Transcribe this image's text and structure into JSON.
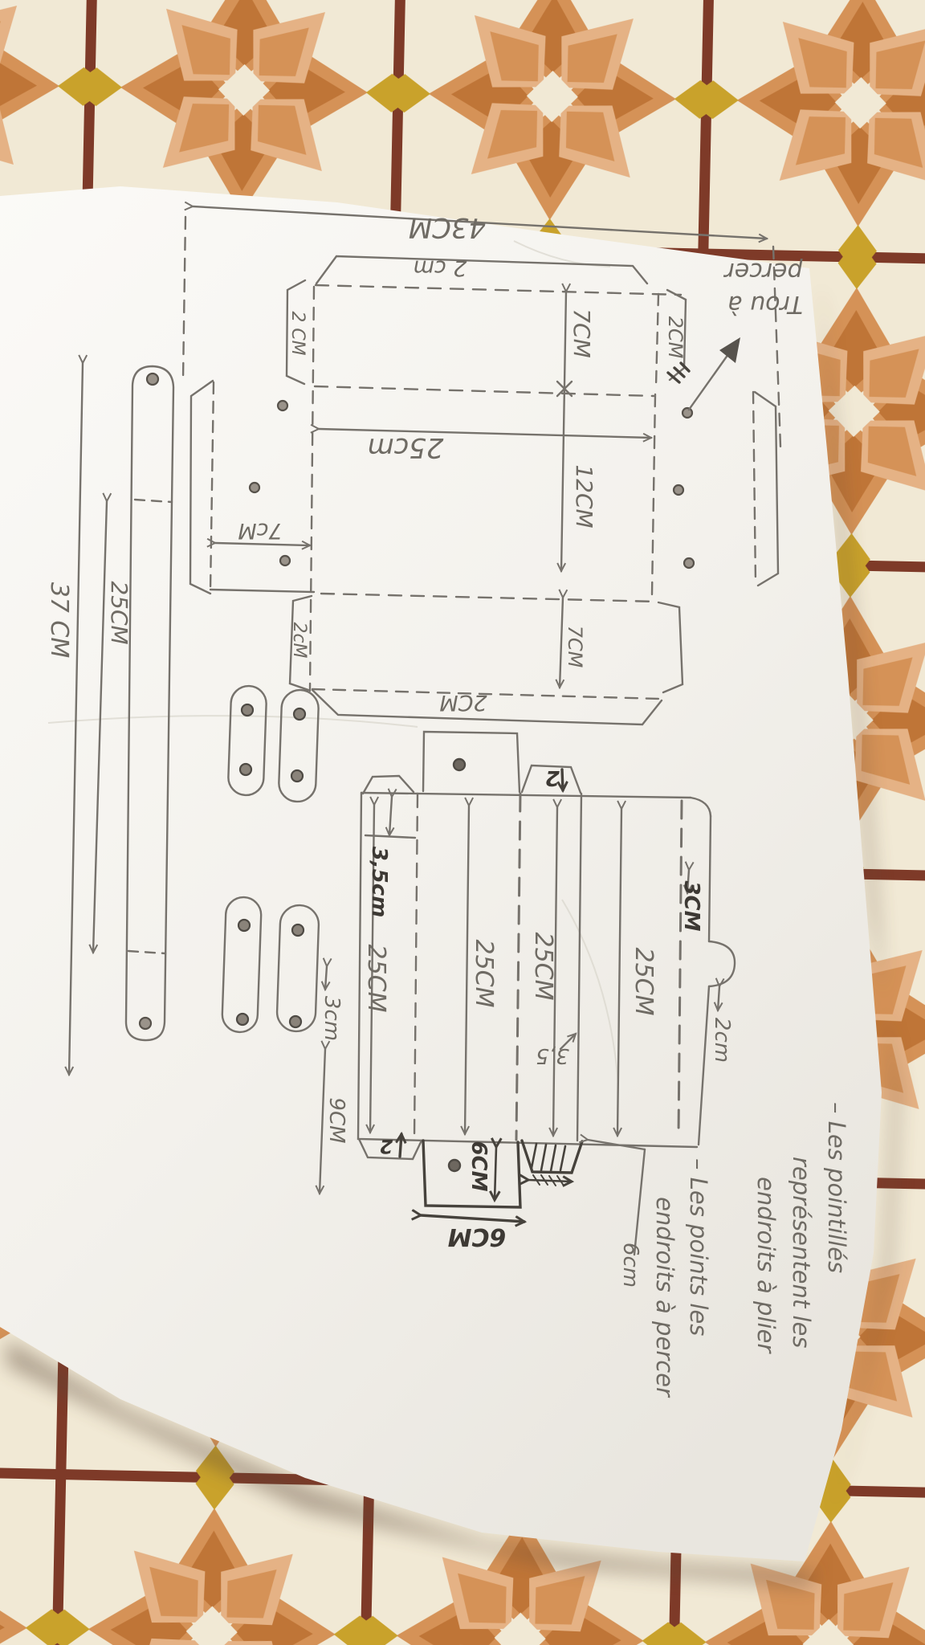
{
  "scene": {
    "description": "hand-drawn pencil pattern (box template) on white paper lying on orange star-motif floor tiles",
    "pencil_color": "#76726c",
    "paper_color": "#f6f4ef",
    "tile_orange": "#d59257",
    "tile_dark_orange": "#bf7537",
    "tile_cream": "#f1e9d5",
    "tile_grout": "#7e3a28",
    "tile_yellow": "#c9a22b"
  },
  "big_template": {
    "total_width": "43CM",
    "top_flap": "2 cm",
    "top_left_flap": "2 CM",
    "top_right_flap": "2CM",
    "top_wall": "7CM",
    "base_depth": "12CM",
    "base_width": "25cm",
    "left_wall": "7cM",
    "bottom_left_flap": "2cM",
    "bottom_wall": "7CM",
    "bottom_flap": "2CM",
    "hole_note_line1": "Trou à",
    "hole_note_line2": "percer"
  },
  "second_template": {
    "tab": "2",
    "flap_35": "3,5cm",
    "col1": "25CM",
    "col2": "25CM",
    "col3": "25CM",
    "col4": "25CM",
    "right_top": "3CM",
    "right_bump": "2cm",
    "gusset": "3,5",
    "bottom_small_flap": "2",
    "square_flap_height": "6CM",
    "square_flap_width": "6CM",
    "bottom_right": "6cm",
    "left_height": "9CM"
  },
  "strap": {
    "total_length": "37 CM",
    "between_holes": "25CM"
  },
  "ovals": {
    "width": "3cm"
  },
  "notes": {
    "l1": "– Les pointillés",
    "l2": "représentent les",
    "l3": "endroits à plier",
    "l4": "– Les points les",
    "l5": "endroits à percer"
  }
}
